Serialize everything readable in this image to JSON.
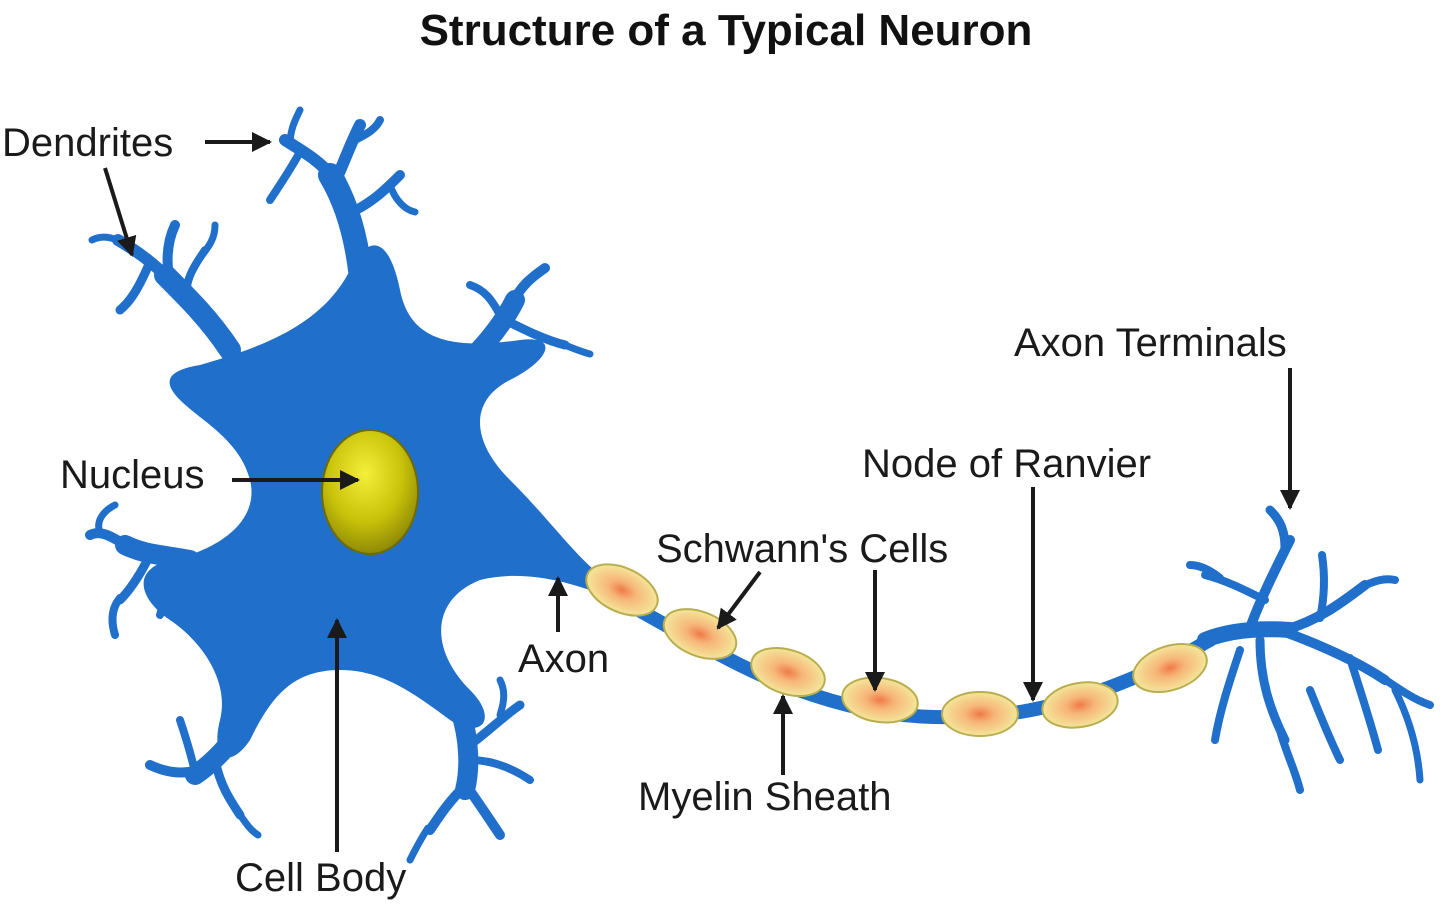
{
  "title": "Structure of a Typical Neuron",
  "labels": {
    "dendrites": "Dendrites",
    "nucleus": "Nucleus",
    "cell_body": "Cell Body",
    "axon": "Axon",
    "schwann_cells": "Schwann's Cells",
    "myelin_sheath": "Myelin Sheath",
    "node_of_ranvier": "Node of Ranvier",
    "axon_terminals": "Axon Terminals"
  },
  "colors": {
    "neuron": "#1f6fcb",
    "nucleus": "#c9c20a",
    "schwann_fill": "#f3eea0",
    "schwann_core": "#f28a5a",
    "text": "#1a1a1a"
  }
}
